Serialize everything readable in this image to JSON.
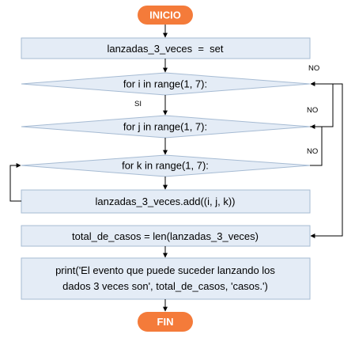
{
  "start_label": "INICIO",
  "end_label": "FIN",
  "steps": {
    "assign_set": "lanzadas_3_veces  =  set",
    "loop_i": "for i in range(1, 7):",
    "loop_j": "for j in range(1, 7):",
    "loop_k": "for k in range(1, 7):",
    "add_tuple": "lanzadas_3_veces.add((i, j, k))",
    "total": "total_de_casos = len(lanzadas_3_veces)",
    "print_line1": "print('El evento que puede suceder lanzando los",
    "print_line2": "dados 3 veces son', total_de_casos, 'casos.')"
  },
  "branch_labels": {
    "yes": "SI",
    "no_i": "NO",
    "no_j": "NO",
    "no_k": "NO"
  },
  "colors": {
    "terminal": "#F47B3A",
    "box_fill": "#E4ECF6",
    "box_stroke": "#A6BBD3",
    "line": "#000000"
  }
}
